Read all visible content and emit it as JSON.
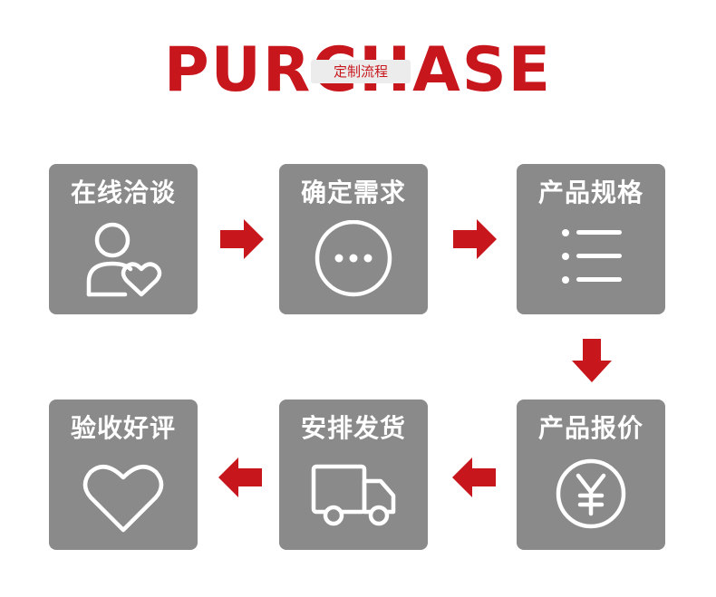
{
  "header": {
    "title": "PURCHASE",
    "subtitle": "定制流程"
  },
  "colors": {
    "accent": "#c8161d",
    "card": "#8a8a8a",
    "icon": "#ffffff",
    "subtitle_bg": "#ececec"
  },
  "steps": [
    {
      "label": "在线洽谈",
      "icon": "person-heart-icon"
    },
    {
      "label": "确定需求",
      "icon": "chat-dots-icon"
    },
    {
      "label": "产品规格",
      "icon": "list-icon"
    },
    {
      "label": "产品报价",
      "icon": "yen-coin-icon"
    },
    {
      "label": "安排发货",
      "icon": "delivery-truck-icon"
    },
    {
      "label": "验收好评",
      "icon": "heart-icon"
    }
  ]
}
